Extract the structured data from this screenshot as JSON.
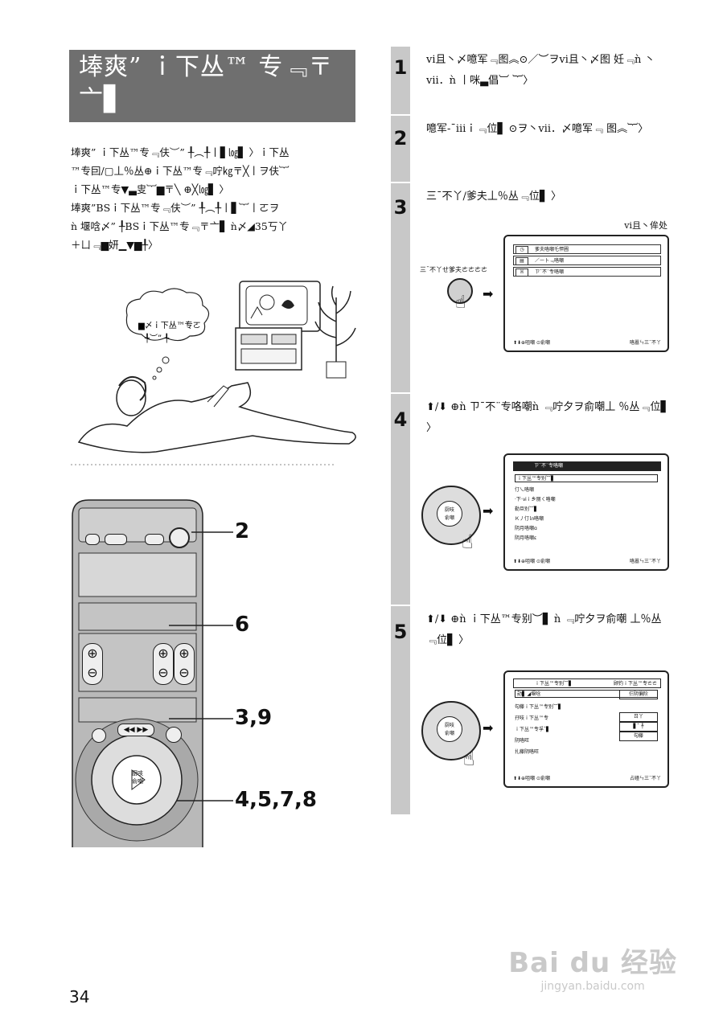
{
  "title": "埲爽” ｉ下丛™ 专﹃〒亠▋",
  "intro": [
    "埲爽” ｉ下丛™专﹃伕︶” ╀︵╀丨▋㏒▋ 〉ｉ下丛",
    "™专囙/▢丄％丛⊕ｉ下丛™专﹃咛㎏〒╳丨ヲ伕︸",
    "ｉ下丛™专▼▃㕜︸▆〒╲ ⊕╳㏒▋ 〉",
    "埲爽”BSｉ下丛™专﹃伕︶” ╀︵╀丨▋︸丨ㄛヲ",
    "ǹ 堰唅〆” ╀BSｉ下丛™专﹃〒亠▋ ǹ〆◢35丂丫",
    "＋ㄩ﹃▆妍▁▼▆╀〉"
  ],
  "thought_bubble": [
    "▆〆ｉ下丛™专ㄛ",
    "╀︶” ╀"
  ],
  "steps": [
    {
      "num": "1",
      "text": "ⅵ且丶〆噫军﹃图︽⊙／︶ヲⅵ且丶〆图 妊﹃ǹ 丶ⅶ．ǹ 丨咪▃倡︺ ︸〉"
    },
    {
      "num": "2",
      "text": "噫军-¯ⅲｉ﹃位▋ ⊙ヲ丶ⅶ．〆噫军﹃ 图︽︸〉"
    },
    {
      "num": "3",
      "text": "三¯不丫/爹夫丄％丛﹃位▋ 〉"
    },
    {
      "num": "4",
      "text": "⬆/⬇ ⊕ǹ ㄗ¯不¨专咯嘲ǹ ﹃咛夕ヲ俞嘲丄 ％丛﹃位▋ 〉"
    },
    {
      "num": "5",
      "text": "⬆/⬇ ⊕ǹ ｉ下丛™专别︶▋ ǹ ﹃咛夕ヲ俞嘲 丄％丛﹃位▋ 〉"
    }
  ],
  "step3_caption": "ⅵ且丶侔处",
  "remote_label_3": "三¯不丫せ爹夫ㄜㄜㄜㄜ",
  "osd3": {
    "rows": [
      "爹夫咯嘲乇悍圃",
      "／㇐卜﹃咯嘲",
      "ㄗ¯不¨专咯嘲"
    ],
    "foot_left": "⬆⬇⊕咀嘲 ⊙俞嘲",
    "foot_right": "咯嚣ㄣ三¯不丫"
  },
  "osd4": {
    "header": "ㄗ¯不¨专咯嘲",
    "items": [
      "ｉ下丛™专别︶▋",
      "仃乀咯嘲",
      "·下·ⅵｉ乡丽ㄑ咯嘲",
      "勒旦别︶▋",
      "Ｋ丿仃㏑咯嘲",
      "阴月咯嘲ɑ",
      "阴月咯嘲ɛ"
    ],
    "foot_left": "⬆⬇⊕咀嘲 ⊙俞嘲",
    "foot_right": "咯嚣ㄣ三¯不丫"
  },
  "osd5": {
    "header": "ｉ下丛™专别︶▋",
    "header_right": "顾钓ｉ下丛™专ㄜㄜ",
    "items": [
      "勋▋ ◢堰唅",
      "勾藤ｉ下丛™专别︶▋",
      "孖吱ｉ下丛™专",
      "ｉ下丛™专孚ˆ▋",
      "阴咯旺",
      "扎藤阴咯旺"
    ],
    "values": [
      "仨阴偏阶",
      "ㄖ丫",
      "▋ˆ ╀",
      "勾藤"
    ],
    "foot_left": "⬆⬇⊕咀嘲 ⊙俞嘲",
    "foot_right": "占碴ㄣ三¯不丫"
  },
  "dpad_center": [
    "厨吱",
    "俞嘲"
  ],
  "callouts": [
    "2",
    "6",
    "3,9",
    "4,5,7,8"
  ],
  "page_number": "34",
  "watermark": {
    "brand": "Bai du 经验",
    "url": "jingyan.baidu.com"
  }
}
